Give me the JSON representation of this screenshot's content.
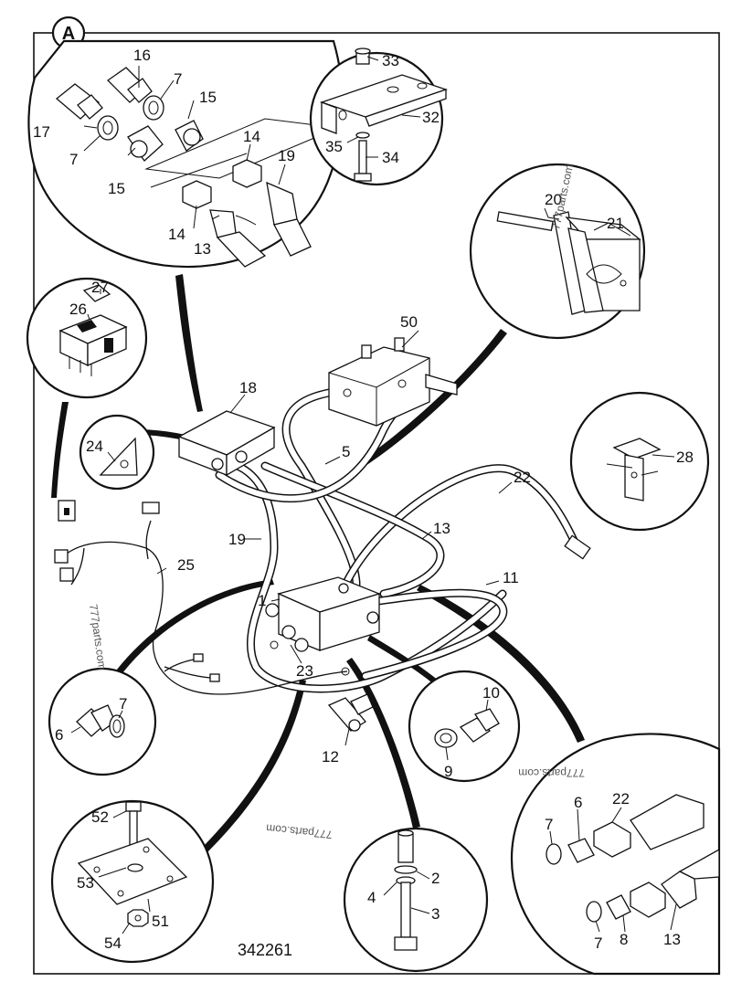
{
  "figure": {
    "view_marker": "A",
    "drawing_number": "342261"
  },
  "watermarks": [
    "777parts.com",
    "777parts.com",
    "777parts.com",
    "777parts.com"
  ],
  "callouts": [
    "1",
    "2",
    "3",
    "4",
    "5",
    "6",
    "7",
    "8",
    "9",
    "10",
    "11",
    "12",
    "13",
    "14",
    "15",
    "16",
    "17",
    "18",
    "19",
    "20",
    "21",
    "22",
    "23",
    "24",
    "25",
    "26",
    "27",
    "28",
    "33",
    "32",
    "35",
    "34",
    "50",
    "51",
    "52",
    "53",
    "54"
  ],
  "labels": {
    "c17": "17",
    "c16": "16",
    "c7a": "7",
    "c7b": "7",
    "c15a": "15",
    "c15b": "15",
    "c14a": "14",
    "c14b": "14",
    "c13a": "13",
    "c19a": "19",
    "c33": "33",
    "c32": "32",
    "c35": "35",
    "c34": "34",
    "c20": "20",
    "c21": "21",
    "c27": "27",
    "c26": "26",
    "c50": "50",
    "c18": "18",
    "c24": "24",
    "c28": "28",
    "c5": "5",
    "c22a": "22",
    "c13b": "13",
    "c19b": "19",
    "c25": "25",
    "c11": "11",
    "c1": "1",
    "c23": "23",
    "c12": "12",
    "c6a": "6",
    "c7c": "7",
    "c10": "10",
    "c9": "9",
    "c7d": "7",
    "c6b": "6",
    "c22b": "22",
    "c7e": "7",
    "c8": "8",
    "c13c": "13",
    "c52": "52",
    "c53": "53",
    "c51": "51",
    "c54": "54",
    "c2": "2",
    "c4": "4",
    "c3": "3"
  }
}
